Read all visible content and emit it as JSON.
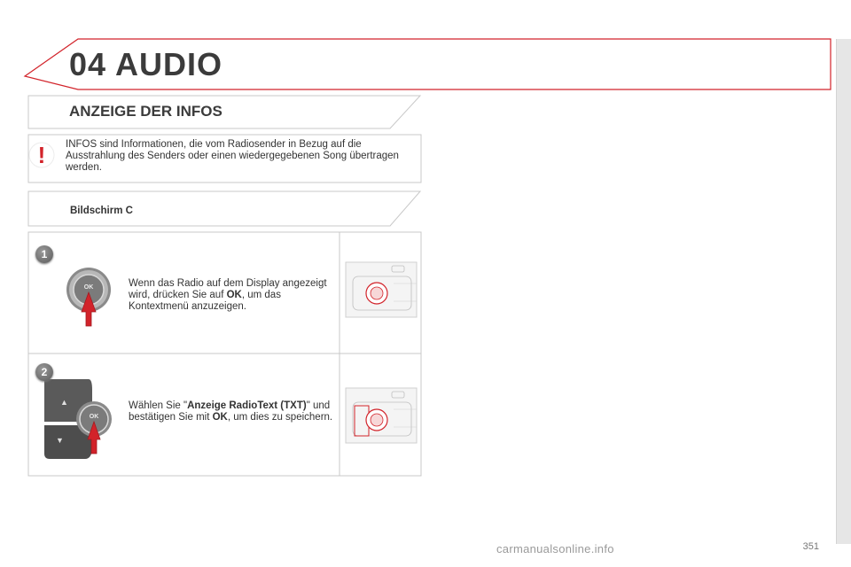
{
  "header": {
    "chapter_number": "04",
    "chapter_title": "AUDIO"
  },
  "section": {
    "title": "ANZEIGE DER INFOS"
  },
  "note": {
    "icon": "warning-exclamation-icon",
    "text": "INFOS sind Informationen, die vom Radiosender in Bezug auf die Ausstrahlung des Senders oder einen wiedergegebenen Song übertragen werden."
  },
  "subsection": {
    "title": "Bildschirm C"
  },
  "steps": [
    {
      "number": "1",
      "text_before": "Wenn das Radio auf dem Display angezeigt wird, drücken Sie auf ",
      "bold": "OK",
      "text_after": ", um das Kontextmenü anzuzeigen.",
      "button_label": "OK"
    },
    {
      "number": "2",
      "text_before": "Wählen Sie \"",
      "bold": "Anzeige RadioText (TXT)",
      "text_mid": "\" und bestätigen Sie mit ",
      "bold2": "OK",
      "text_after": ", um dies zu speichern.",
      "button_label": "OK"
    }
  ],
  "colors": {
    "accent_red": "#d2232a",
    "frame_grey": "#c8c8c8",
    "text_dark": "#3b3b3b"
  },
  "page_number": "351",
  "watermark": "carmanualsonline.info"
}
